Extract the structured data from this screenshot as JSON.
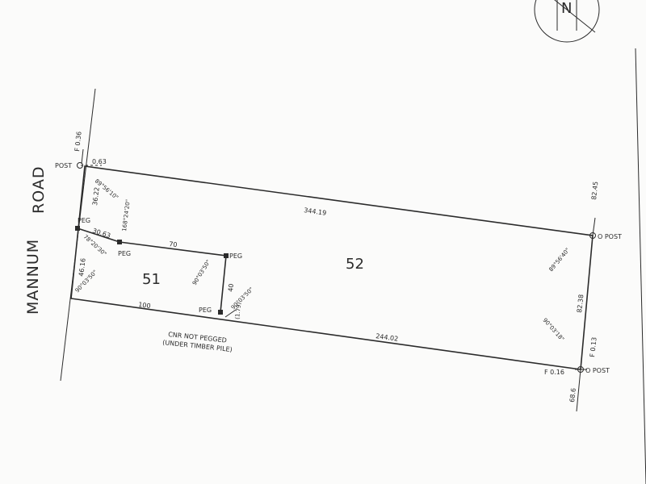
{
  "road": {
    "word1": "MANNUM",
    "word2": "ROAD"
  },
  "lots": {
    "lot51": "51",
    "lot52": "52"
  },
  "dimensions": {
    "top_boundary": "344.19",
    "bottom_left": "100",
    "bottom_right": "244.02",
    "lot51_top": "70",
    "west_upper": "36.22",
    "west_lower": "46.16",
    "peg_link": "30.63",
    "lot51_east": "40",
    "lot51_east_extra": "(1.79)",
    "east_upper": "82.45",
    "east_lower": "82.38",
    "post_offset": "0.63",
    "fence_nw": "F 0.36",
    "fence_se_horizontal": "F 0.16",
    "fence_se_vertical": "F 0.13",
    "south_extension": "68.6"
  },
  "angles": {
    "nw": "89°56'10\"",
    "peg_upper": "168°24'20\"",
    "peg_lower": "78°20'30\"",
    "sw": "90°03'50\"",
    "lot51_ne": "90°03'50\"",
    "lot51_se": "90°03'50\"",
    "ne": "89°56'40\"",
    "se": "90°03'18\""
  },
  "markers": {
    "post": "POST",
    "peg": "PEG",
    "o_post": "O POST"
  },
  "notes": {
    "line1": "CNR NOT PEGGED",
    "line2": "(UNDER TIMBER PILE)"
  },
  "north_arrow": {
    "letter": "N"
  }
}
